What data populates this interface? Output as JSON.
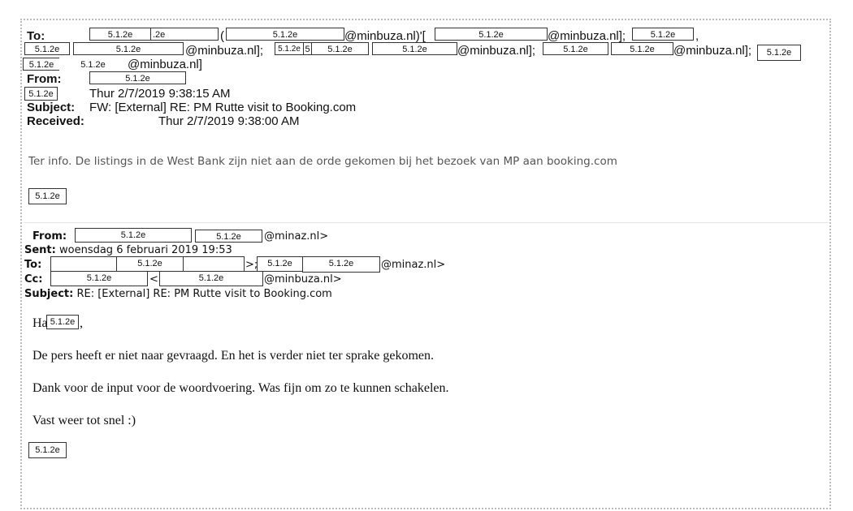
{
  "redaction": "5.1.2e",
  "header": {
    "to_label": "To:",
    "from_label": "From:",
    "subject_label": "Subject:",
    "received_label": "Received:",
    "partial": ".2e",
    "paren": "(",
    "minbuza_paren": "@minbuza.nl)'[",
    "minbuza_semi": "@minbuza.nl];",
    "comma": ",",
    "minbuza_close": "@minbuza.nl]",
    "five": "5",
    "sent": "Thur 2/7/2019 9:38:15 AM",
    "subject": "FW: [External] RE: PM Rutte visit to Booking.com",
    "received": "Thur 2/7/2019 9:38:00 AM"
  },
  "intro": "Ter info. De listings in de West Bank zijn niet aan de orde gekomen bij het bezoek van MP aan booking.com",
  "forwarded": {
    "from_label": "From:",
    "minaz": "@minaz.nl>",
    "sent_label": "Sent:",
    "sent": " woensdag 6 februari 2019 19:53",
    "to_label": "To:",
    "sep": ">;",
    "cc_label": "Cc:",
    "lt": "<",
    "minbuza": "@minbuza.nl>",
    "subject_label": "Subject:",
    "subject": " RE: [External] RE: PM Rutte visit to Booking.com"
  },
  "message": {
    "greeting": "Ha",
    "comma": ",",
    "p1": "De pers heeft er niet naar gevraagd. En het is verder niet ter sprake gekomen.",
    "p2": "Dank voor de input voor de woordvoering. Was fijn om zo te kunnen schakelen.",
    "p3": "Vast weer tot snel :)"
  }
}
